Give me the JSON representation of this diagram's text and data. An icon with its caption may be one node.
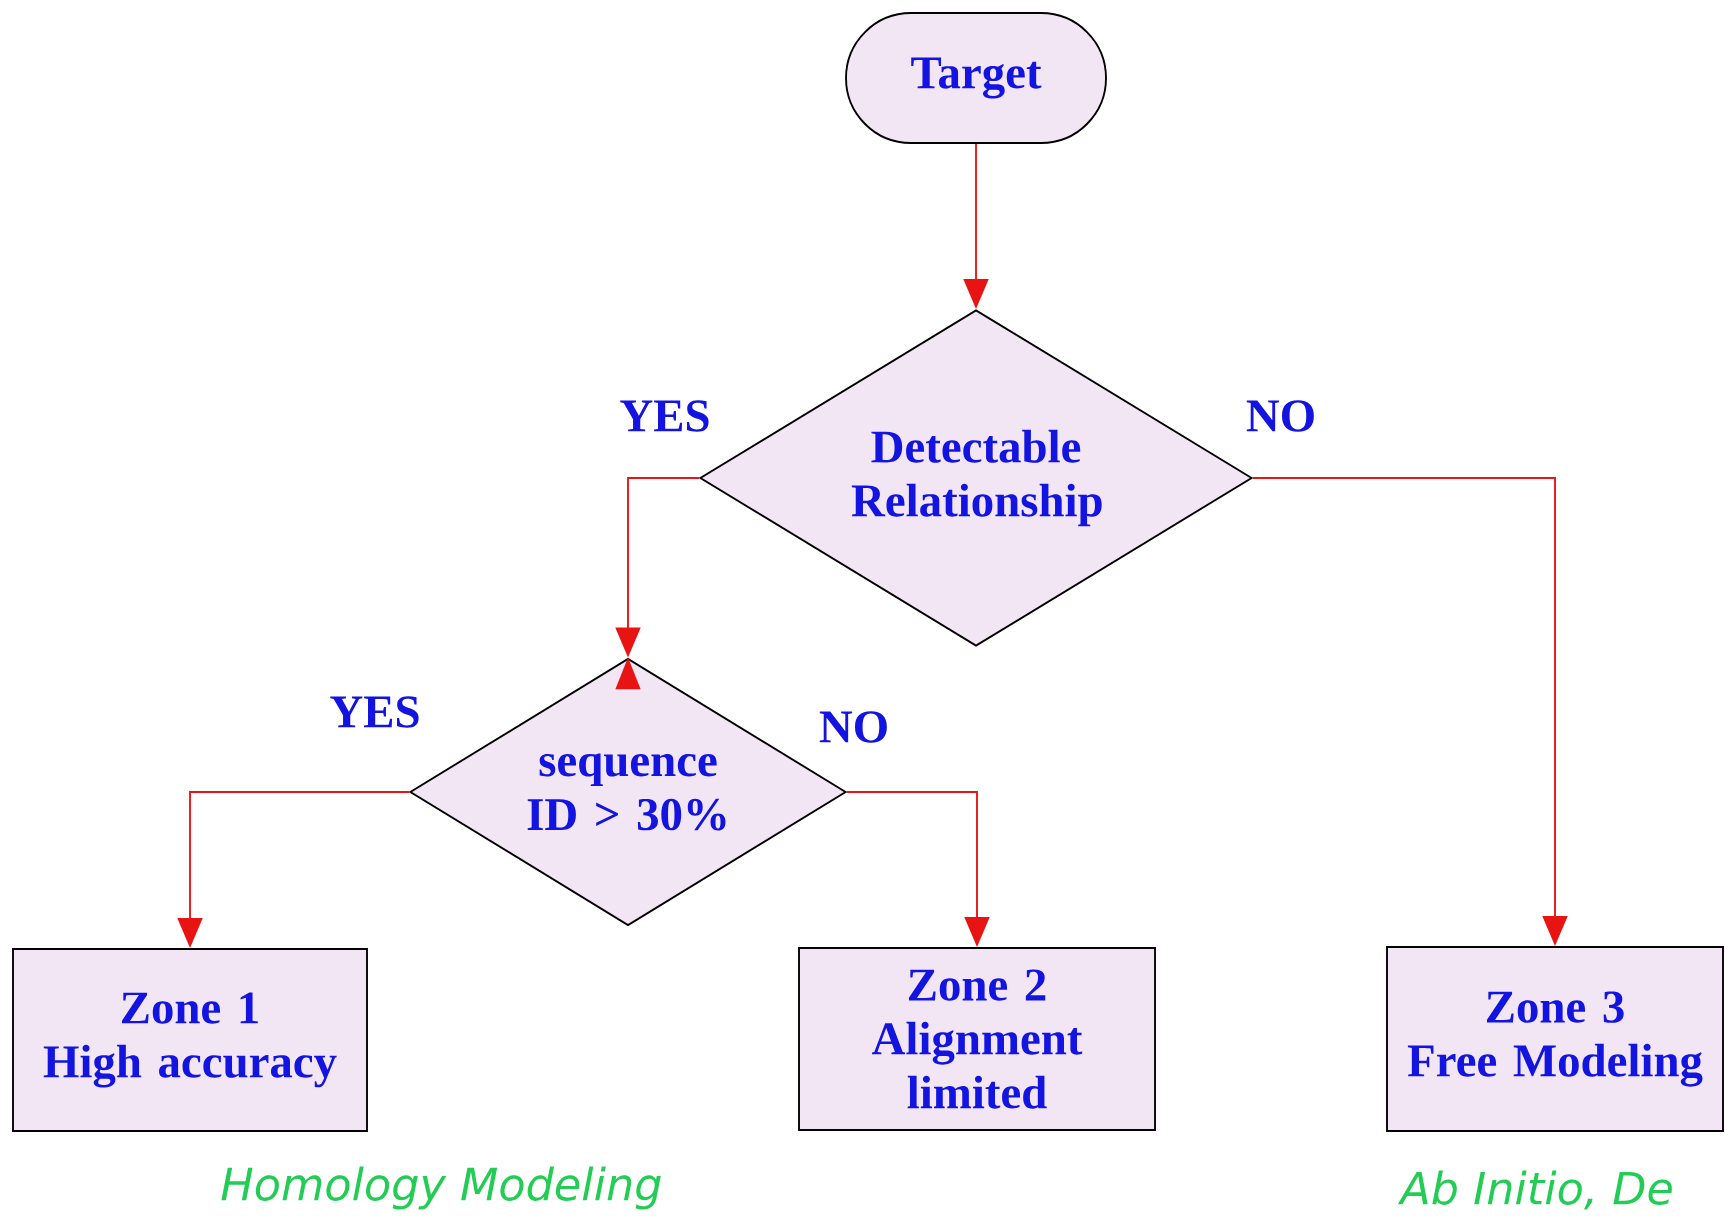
{
  "diagram": {
    "nodes": [
      {
        "text": [
          "Target"
        ]
      },
      {
        "text": [
          "Detectable Relationship"
        ]
      },
      {
        "text": [
          "sequence ID > 30%"
        ]
      },
      {
        "text": [
          "Zone 1",
          "High accuracy"
        ],
        "beside": [
          "Homology Modeling"
        ]
      },
      {
        "text": [
          "Zone 2",
          "Alignment limited"
        ]
      },
      {
        "text": [
          "Zone 3",
          "Free Modeling"
        ],
        "beside": [
          "Ab Initio, De"
        ]
      }
    ],
    "edges": [
      {
        "from": 0,
        "to": 1,
        "arrow": "to"
      },
      {
        "from": 1,
        "to": 2,
        "arrow": "to",
        "label": "YES"
      },
      {
        "from": 1,
        "to": 5,
        "arrow": "to",
        "label": "NO"
      },
      {
        "from": 2,
        "to": 3,
        "arrow": "to",
        "label": "YES"
      },
      {
        "from": 2,
        "to": 4,
        "arrow": "to",
        "label": "NO"
      }
    ]
  }
}
